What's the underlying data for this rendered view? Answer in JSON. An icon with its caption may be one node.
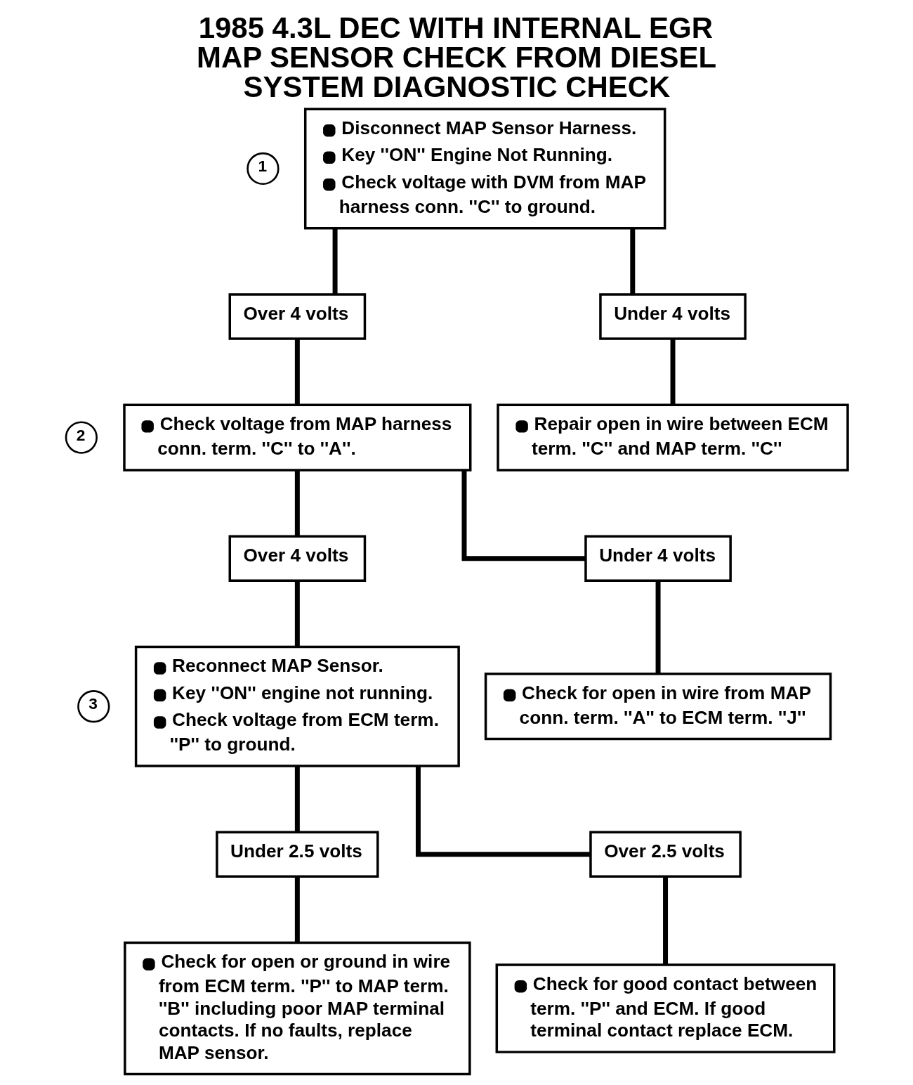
{
  "diagram": {
    "title": "1985 4.3L DEC WITH INTERNAL EGR MAP SENSOR CHECK FROM DIESEL SYSTEM DIAGNOSTIC CHECK",
    "nodes": [
      {
        "text": [
          "Disconnect MAP Sensor Harness.",
          "Key ''ON'' Engine Not Running.",
          "Check voltage with DVM from MAP harness conn. ''C'' to ground."
        ],
        "beside": [
          "1"
        ]
      },
      {
        "text": [
          "Over 4 volts"
        ]
      },
      {
        "text": [
          "Under 4 volts"
        ]
      },
      {
        "text": [
          "Check voltage from MAP harness conn. term. ''C'' to ''A''."
        ],
        "beside": [
          "2"
        ]
      },
      {
        "text": [
          "Repair open in wire between ECM term. ''C'' and MAP term. ''C''"
        ]
      },
      {
        "text": [
          "Over 4 volts"
        ]
      },
      {
        "text": [
          "Under 4 volts"
        ]
      },
      {
        "text": [
          "Reconnect MAP Sensor.",
          "Key ''ON'' engine not running.",
          "Check voltage from ECM term. ''P'' to ground."
        ],
        "beside": [
          "3"
        ]
      },
      {
        "text": [
          "Check for open in wire from MAP conn. term. ''A'' to ECM term. ''J''"
        ]
      },
      {
        "text": [
          "Under 2.5 volts"
        ]
      },
      {
        "text": [
          "Over 2.5 volts"
        ]
      },
      {
        "text": [
          "Check for open or ground in wire from ECM term. ''P'' to MAP term. ''B'' including poor MAP terminal contacts. If no faults, replace MAP sensor."
        ]
      },
      {
        "text": [
          "Check for good contact between term. ''P'' and ECM. If good terminal contact replace ECM."
        ]
      }
    ],
    "edges": [
      {
        "from": 0,
        "to": 1,
        "arrow": "none"
      },
      {
        "from": 0,
        "to": 2,
        "arrow": "none"
      },
      {
        "from": 1,
        "to": 3,
        "arrow": "none"
      },
      {
        "from": 2,
        "to": 4,
        "arrow": "none"
      },
      {
        "from": 3,
        "to": 5,
        "arrow": "none"
      },
      {
        "from": 3,
        "to": 6,
        "arrow": "none"
      },
      {
        "from": 5,
        "to": 7,
        "arrow": "none"
      },
      {
        "from": 6,
        "to": 8,
        "arrow": "none"
      },
      {
        "from": 7,
        "to": 9,
        "arrow": "none"
      },
      {
        "from": 7,
        "to": 10,
        "arrow": "none"
      },
      {
        "from": 9,
        "to": 11,
        "arrow": "none"
      },
      {
        "from": 10,
        "to": 12,
        "arrow": "none"
      }
    ]
  }
}
